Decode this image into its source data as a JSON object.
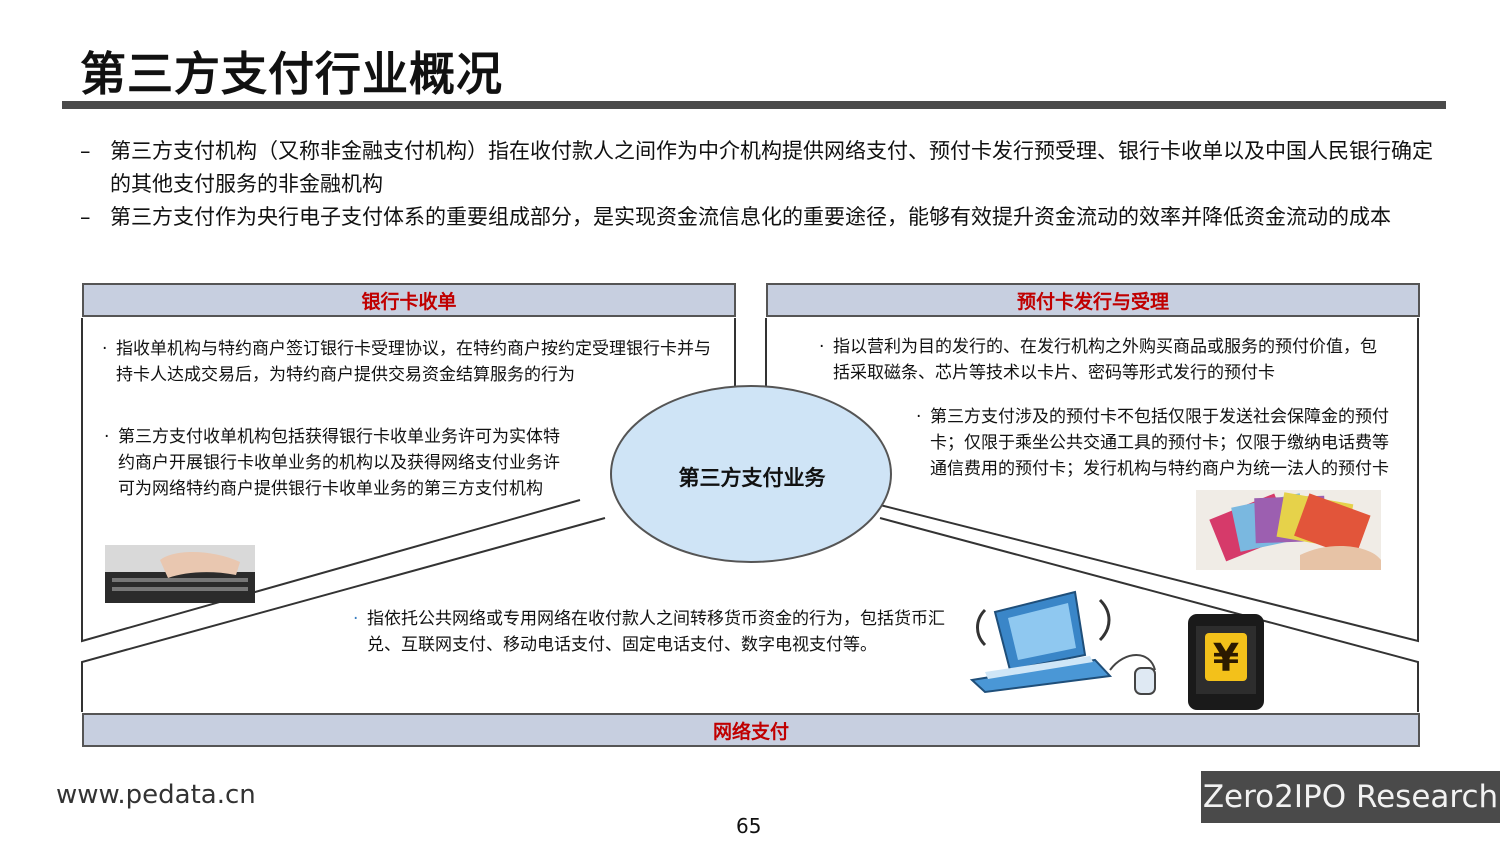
{
  "title": "第三方支付行业概况",
  "intro": [
    "第三方支付机构（又称非金融支付机构）指在收付款人之间作为中介机构提供网络支付、预付卡发行预受理、银行卡收单以及中国人民银行确定的其他支付服务的非金融机构",
    "第三方支付作为央行电子支付体系的重要组成部分，是实现资金流信息化的重要途径，能够有效提升资金流动的效率并降低资金流动的成本"
  ],
  "bullet_dash": "–",
  "bullet_dot": "·",
  "diagram": {
    "center": "第三方支付业务",
    "bank_card": {
      "header": "银行卡收单",
      "points": [
        "指收单机构与特约商户签订银行卡受理协议，在特约商户按约定受理银行卡并与持卡人达成交易后，为特约商户提供交易资金结算服务的行为",
        "第三方支付收单机构包括获得银行卡收单业务许可为实体特约商户开展银行卡收单业务的机构以及获得网络支付业务许可为网络特约商户提供银行卡收单业务的第三方支付机构"
      ]
    },
    "prepaid": {
      "header": "预付卡发行与受理",
      "points": [
        "指以营利为目的发行的、在发行机构之外购买商品或服务的预付价值，包括采取磁条、芯片等技术以卡片、密码等形式发行的预付卡",
        "第三方支付涉及的预付卡不包括仅限于发送社会保障金的预付卡；仅限于乘坐公共交通工具的预付卡；仅限于缴纳电话费等通信费用的预付卡；发行机构与特约商户为统一法人的预付卡"
      ]
    },
    "network": {
      "header": "网络支付",
      "points": [
        "指依托公共网络或专用网络在收付款人之间转移货币资金的行为，包括货币汇兑、互联网支付、移动电话支付、固定电话支付、数字电视支付等。"
      ]
    }
  },
  "icons": {
    "phone_symbol": "¥"
  },
  "footer": {
    "url": "www.pedata.cn",
    "page": "65",
    "brand": "Zero2IPO Research"
  },
  "colors": {
    "header_fill": "#c7cfe0",
    "header_text": "#c00000",
    "oval_fill": "#cfe4f6",
    "rule": "#4a4a4a"
  }
}
